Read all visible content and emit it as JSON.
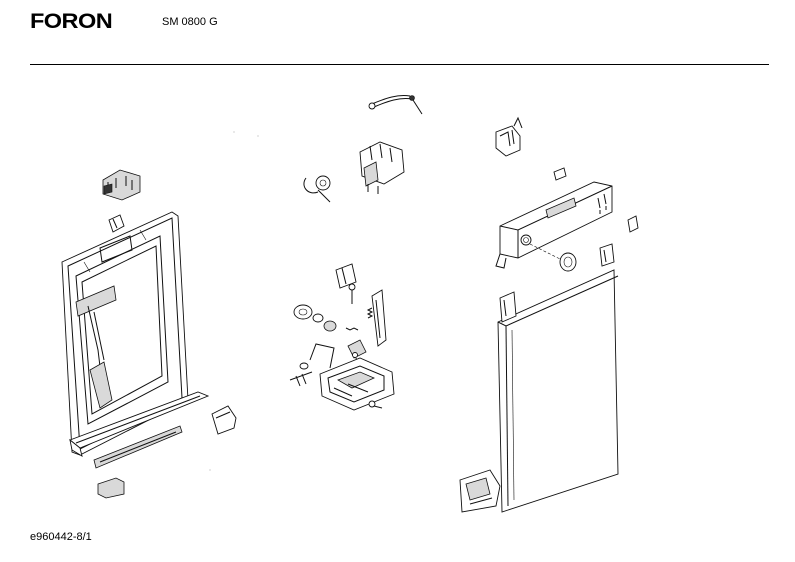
{
  "header": {
    "brand": "FORON",
    "model": "SM 0800 G"
  },
  "footer": {
    "drawing_id": "e960442-8/1"
  }
}
